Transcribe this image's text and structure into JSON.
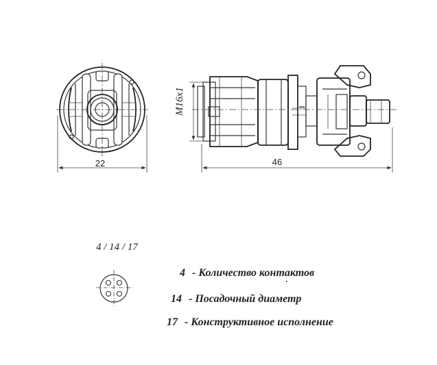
{
  "drawing": {
    "front_view_dimension": "22",
    "side_view_dimension": "46",
    "thread_label": "M16x1"
  },
  "designation": {
    "code": "4 / 14 / 17"
  },
  "legend": [
    {
      "number": "4",
      "text": "- Количество контактов"
    },
    {
      "number": "14",
      "text": "- Посадочный диаметр"
    },
    {
      "number": "17",
      "text": "- Конструктивное исполнение"
    }
  ]
}
